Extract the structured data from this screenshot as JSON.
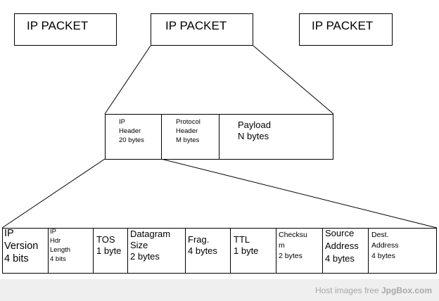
{
  "packets": [
    "IP PACKET",
    "IP PACKET",
    "IP PACKET"
  ],
  "packet_parts": [
    {
      "text": "IP\nHeader\n20 bytes"
    },
    {
      "text": "Protocol\nHeader\nM bytes"
    },
    {
      "text": "Payload\nN bytes"
    }
  ],
  "header_fields": [
    {
      "text": "IP\nVersion\n4 bits"
    },
    {
      "text": "IP\nHdr\nLength\n4 bits"
    },
    {
      "text": "TOS\n1 byte"
    },
    {
      "text": "Datagram\nSize\n2 bytes"
    },
    {
      "text": "Frag.\n4 bytes"
    },
    {
      "text": "TTL\n1 byte"
    },
    {
      "text": "Checksu\nm\n2 bytes"
    },
    {
      "text": "Source\nAddress\n4 bytes"
    },
    {
      "text": "Dest.\nAddress\n4 bytes"
    }
  ],
  "footer": {
    "prefix": "Host images free ",
    "brand": "JpgBox.com"
  }
}
